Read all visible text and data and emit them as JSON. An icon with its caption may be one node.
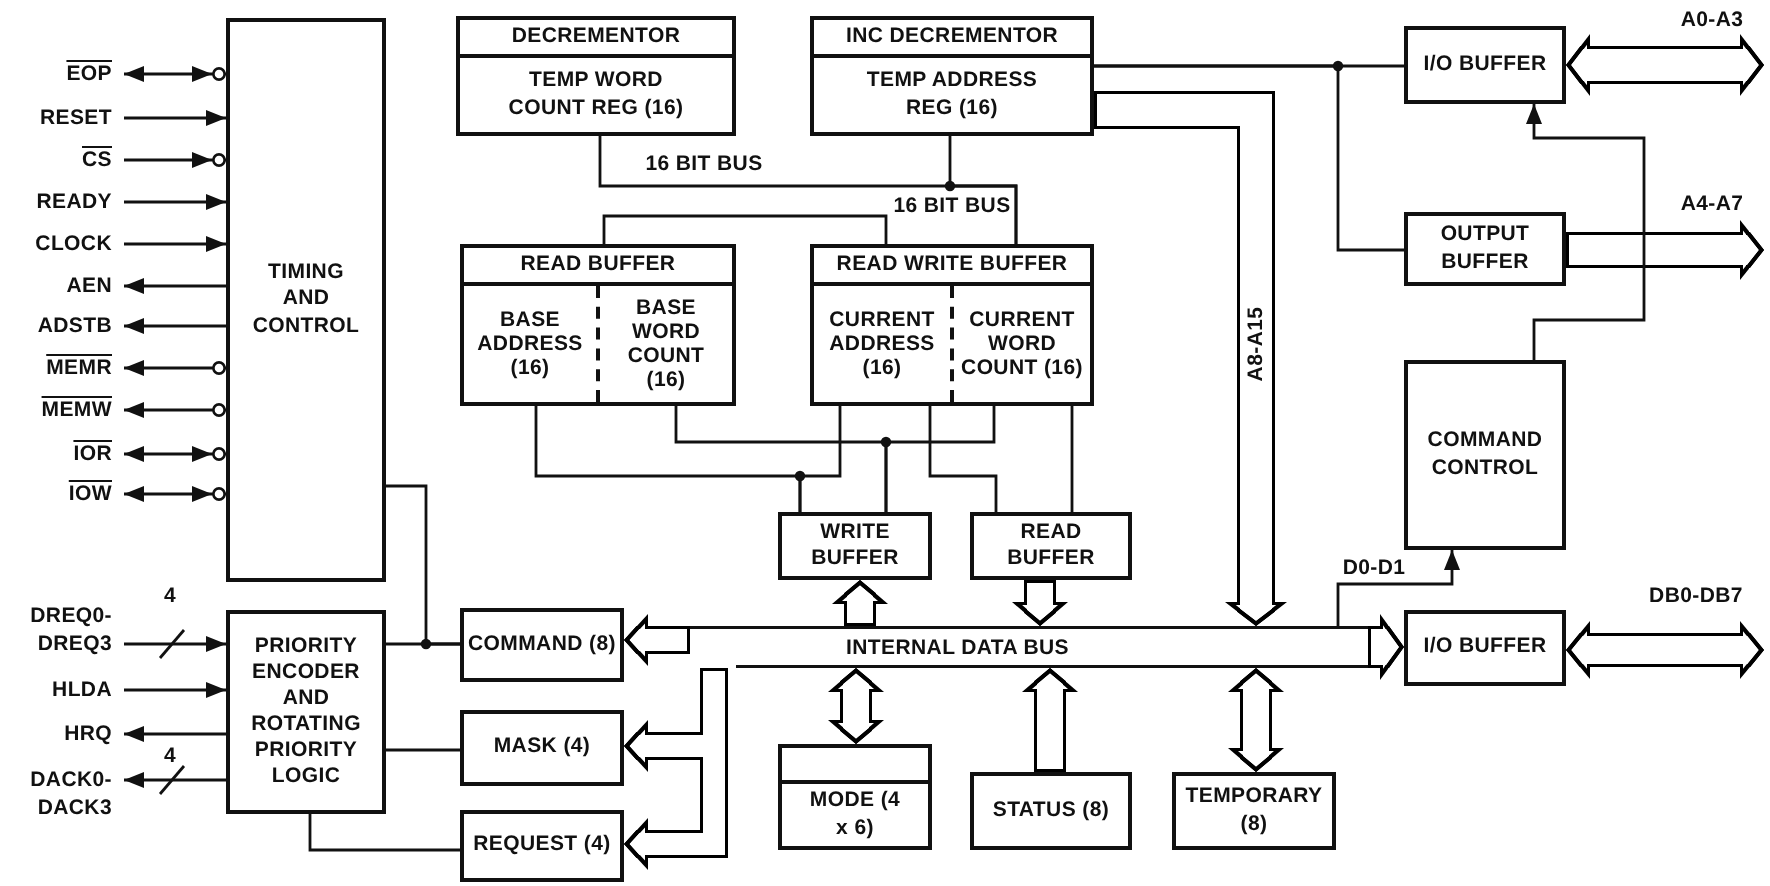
{
  "diagram": {
    "nodes": [
      {
        "text": [
          "EOP"
        ]
      },
      {
        "text": [
          "RESET"
        ]
      },
      {
        "text": [
          "CS"
        ]
      },
      {
        "text": [
          "READY"
        ]
      },
      {
        "text": [
          "CLOCK"
        ]
      },
      {
        "text": [
          "AEN"
        ]
      },
      {
        "text": [
          "ADSTB"
        ]
      },
      {
        "text": [
          "MEMR"
        ]
      },
      {
        "text": [
          "MEMW"
        ]
      },
      {
        "text": [
          "IOR"
        ]
      },
      {
        "text": [
          "IOW"
        ]
      },
      {
        "text": [
          "TIMING AND CONTROL"
        ]
      },
      {
        "text": [
          "DREQ0- DREQ3"
        ]
      },
      {
        "text": [
          "HLDA"
        ]
      },
      {
        "text": [
          "HRQ"
        ]
      },
      {
        "text": [
          "DACK0- DACK3"
        ]
      },
      {
        "text": [
          "PRIORITY ENCODER AND ROTATING PRIORITY LOGIC"
        ]
      },
      {
        "text": [
          "DECREMENTOR",
          "TEMP WORD COUNT REG (16)"
        ]
      },
      {
        "text": [
          "INC DECREMENTOR",
          "TEMP ADDRESS REG (16)"
        ]
      },
      {
        "text": [
          "READ BUFFER",
          "BASE ADDRESS (16)",
          "BASE WORD COUNT (16)"
        ]
      },
      {
        "text": [
          "READ WRITE BUFFER",
          "CURRENT ADDRESS (16)",
          "CURRENT WORD COUNT (16)"
        ]
      },
      {
        "text": [
          "WRITE BUFFER"
        ]
      },
      {
        "text": [
          "READ BUFFER"
        ]
      },
      {
        "text": [
          "COMMAND (8)"
        ]
      },
      {
        "text": [
          "MASK (4)"
        ]
      },
      {
        "text": [
          "REQUEST (4)"
        ]
      },
      {
        "text": [
          "INTERNAL DATA BUS"
        ]
      },
      {
        "text": [
          "MODE (4 x 6)"
        ]
      },
      {
        "text": [
          "STATUS (8)"
        ]
      },
      {
        "text": [
          "TEMPORARY (8)"
        ]
      },
      {
        "text": [
          "I/O BUFFER"
        ]
      },
      {
        "text": [
          "OUTPUT BUFFER"
        ]
      },
      {
        "text": [
          "COMMAND CONTROL"
        ]
      },
      {
        "text": [
          "I/O BUFFER"
        ]
      }
    ],
    "edges": [
      {
        "from": 0,
        "to": 11,
        "arrow": "both"
      },
      {
        "from": 1,
        "to": 11,
        "arrow": "to"
      },
      {
        "from": 2,
        "to": 11,
        "arrow": "to"
      },
      {
        "from": 3,
        "to": 11,
        "arrow": "to"
      },
      {
        "from": 4,
        "to": 11,
        "arrow": "to"
      },
      {
        "from": 11,
        "to": 5,
        "arrow": "to"
      },
      {
        "from": 11,
        "to": 6,
        "arrow": "to"
      },
      {
        "from": 11,
        "to": 7,
        "arrow": "to"
      },
      {
        "from": 11,
        "to": 8,
        "arrow": "to"
      },
      {
        "from": 9,
        "to": 11,
        "arrow": "both"
      },
      {
        "from": 10,
        "to": 11,
        "arrow": "both"
      },
      {
        "from": 12,
        "to": 16,
        "arrow": "to"
      },
      {
        "from": 13,
        "to": 16,
        "arrow": "to"
      },
      {
        "from": 16,
        "to": 14,
        "arrow": "to"
      },
      {
        "from": 16,
        "to": 15,
        "arrow": "to"
      },
      {
        "from": 11,
        "to": 23,
        "arrow": "none"
      },
      {
        "from": 16,
        "to": 23,
        "arrow": "none"
      },
      {
        "from": 16,
        "to": 24,
        "arrow": "none"
      },
      {
        "from": 16,
        "to": 25,
        "arrow": "none"
      },
      {
        "from": 17,
        "to": 20,
        "arrow": "none",
        "label": "16 BIT BUS"
      },
      {
        "from": 18,
        "to": 20,
        "arrow": "none"
      },
      {
        "from": 19,
        "to": 20,
        "arrow": "none",
        "label": "16 BIT BUS"
      },
      {
        "from": 19,
        "to": 21,
        "arrow": "none"
      },
      {
        "from": 19,
        "to": 21,
        "arrow": "none"
      },
      {
        "from": 20,
        "to": 21,
        "arrow": "none"
      },
      {
        "from": 20,
        "to": 21,
        "arrow": "none"
      },
      {
        "from": 20,
        "to": 22,
        "arrow": "none"
      },
      {
        "from": 20,
        "to": 22,
        "arrow": "none"
      },
      {
        "from": 18,
        "to": 30,
        "arrow": "none"
      },
      {
        "from": 18,
        "to": 31,
        "arrow": "none"
      },
      {
        "from": 18,
        "to": 26,
        "arrow": "to",
        "style": "thick",
        "label": "A8-A15"
      },
      {
        "from": 26,
        "to": 21,
        "arrow": "to",
        "style": "thick"
      },
      {
        "from": 22,
        "to": 26,
        "arrow": "to",
        "style": "thick"
      },
      {
        "from": 26,
        "to": 27,
        "arrow": "both",
        "style": "thick"
      },
      {
        "from": 28,
        "to": 26,
        "arrow": "to",
        "style": "thick"
      },
      {
        "from": 26,
        "to": 29,
        "arrow": "both",
        "style": "thick"
      },
      {
        "from": 26,
        "to": 23,
        "arrow": "to",
        "style": "thick"
      },
      {
        "from": 26,
        "to": 24,
        "arrow": "to",
        "style": "thick"
      },
      {
        "from": 26,
        "to": 25,
        "arrow": "to",
        "style": "thick"
      },
      {
        "from": 26,
        "to": 33,
        "arrow": "to",
        "style": "thick"
      },
      {
        "from": 26,
        "to": 32,
        "arrow": "to",
        "label": "D0-D1"
      },
      {
        "from": 32,
        "to": 30,
        "arrow": "to"
      },
      {
        "from": 30,
        "to": null,
        "arrow": "both",
        "style": "thick",
        "label": "A0-A3"
      },
      {
        "from": 31,
        "to": null,
        "arrow": "to",
        "style": "thick",
        "label": "A4-A7"
      },
      {
        "from": 33,
        "to": null,
        "arrow": "both",
        "style": "thick",
        "label": "DB0-DB7"
      }
    ],
    "labels": [
      "4",
      "4"
    ]
  }
}
